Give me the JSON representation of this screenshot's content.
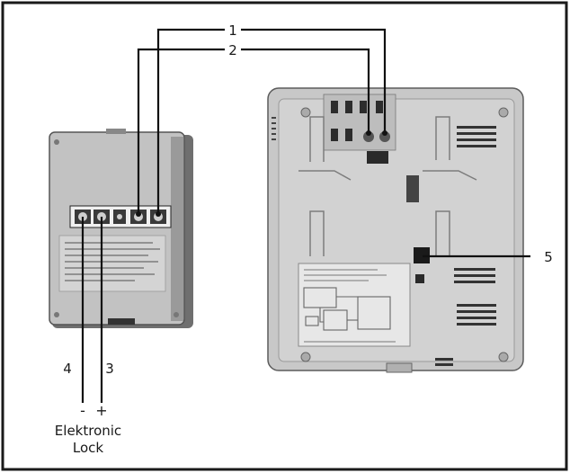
{
  "callouts": {
    "one": "1",
    "two": "2",
    "three": "3",
    "four": "4",
    "five": "5"
  },
  "polarity": {
    "minus": "-",
    "plus": "+"
  },
  "lock_label": {
    "line1": "Elektronic",
    "line2": "Lock"
  },
  "colors": {
    "frame": "#1a1a1a",
    "wire": "#111111",
    "device_body": "#bdbdbd",
    "device_shadow": "#7a7a7a",
    "monitor_body": "#c9c9c9",
    "label_sticker": "#e6e6e6"
  }
}
